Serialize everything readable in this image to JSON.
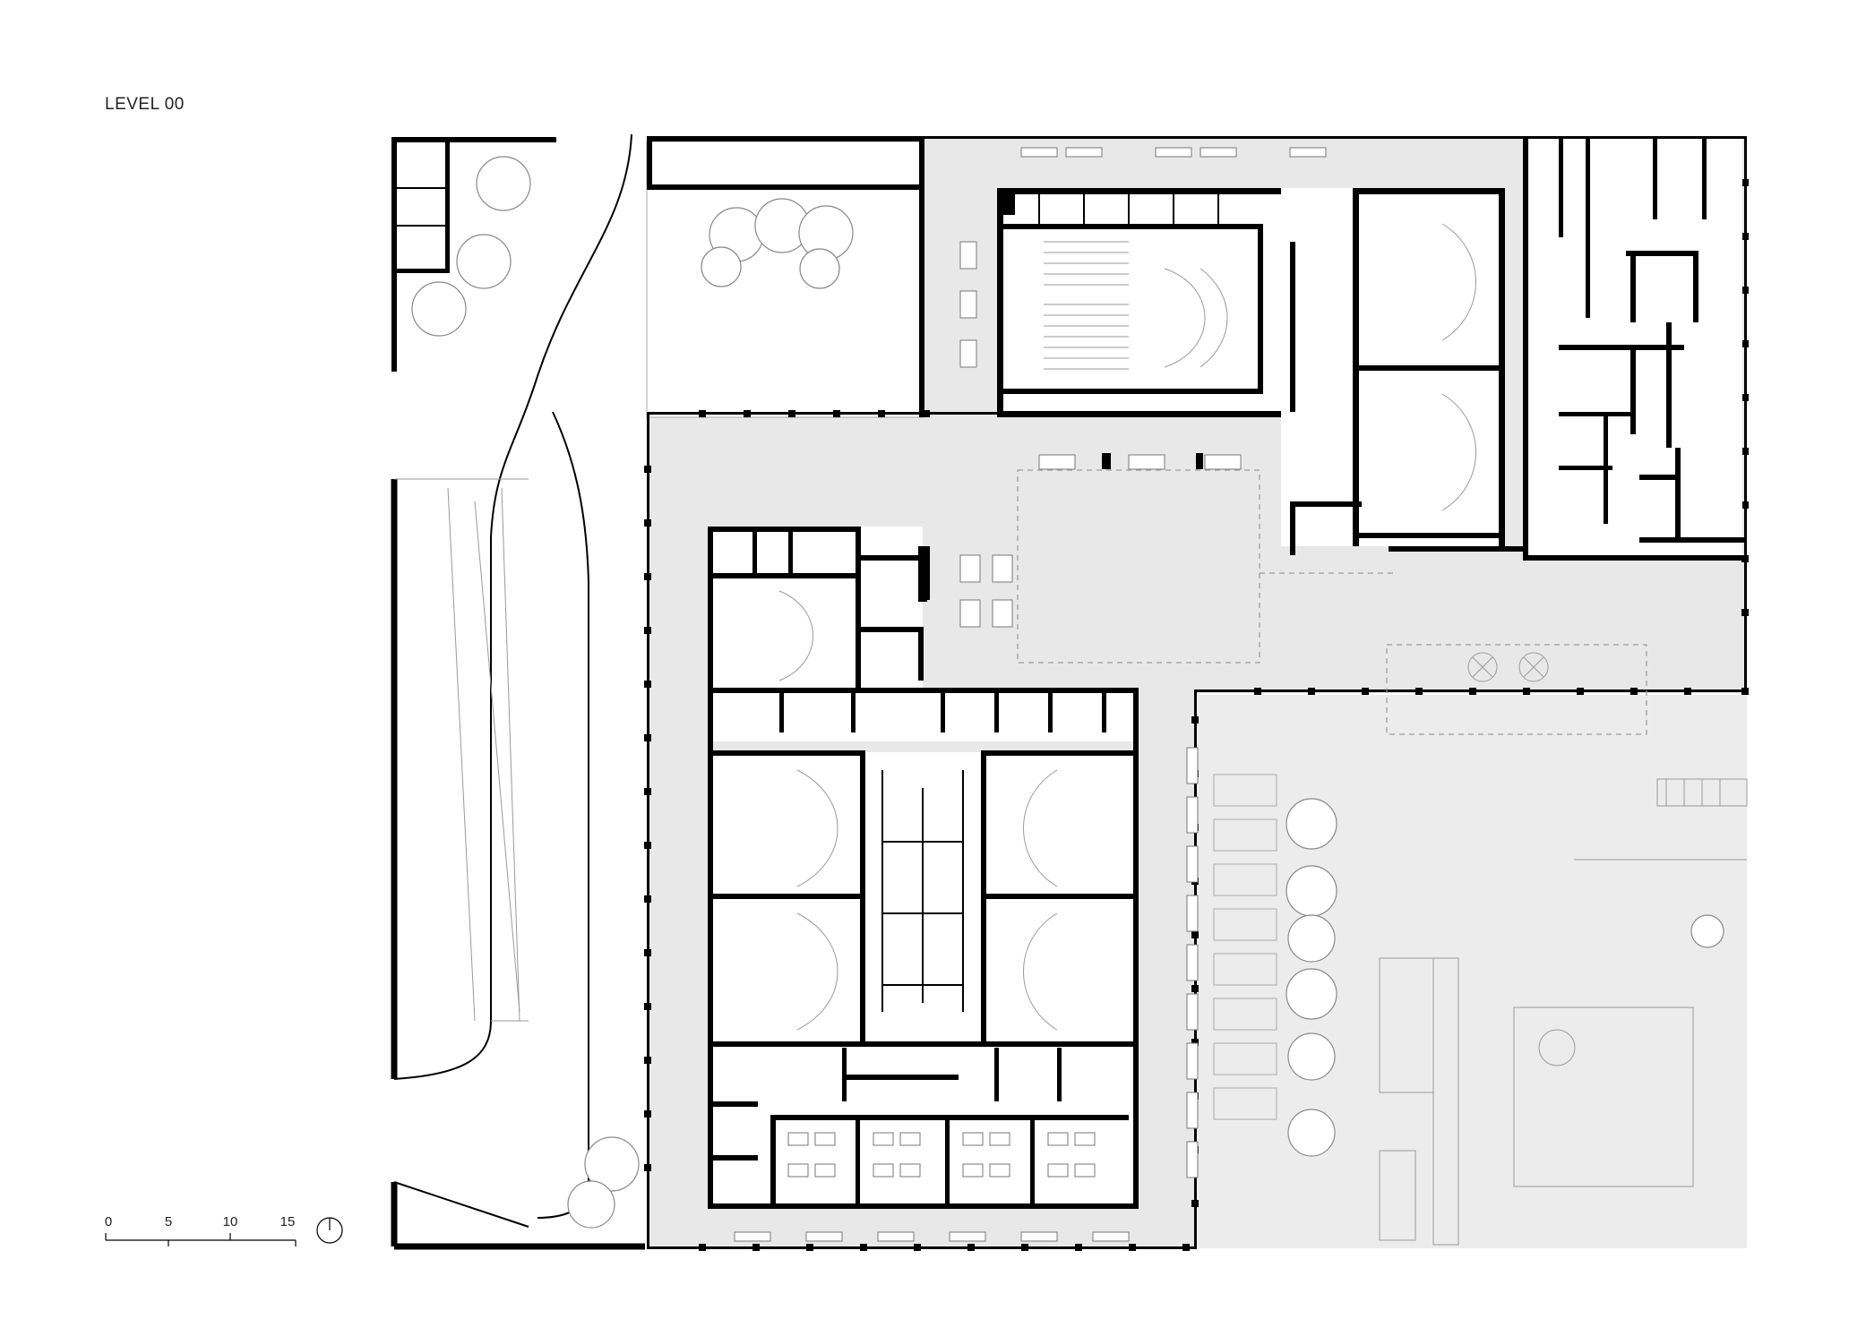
{
  "title": "LEVEL 00",
  "scale_bar": {
    "labels": [
      "0",
      "5",
      "10",
      "15"
    ]
  },
  "colors": {
    "paving": "#e8e8e8",
    "wall": "#000000",
    "background": "#ffffff",
    "linework": "#9a9a9a"
  },
  "icons": {
    "north_arrow": "north-arrow-icon"
  }
}
